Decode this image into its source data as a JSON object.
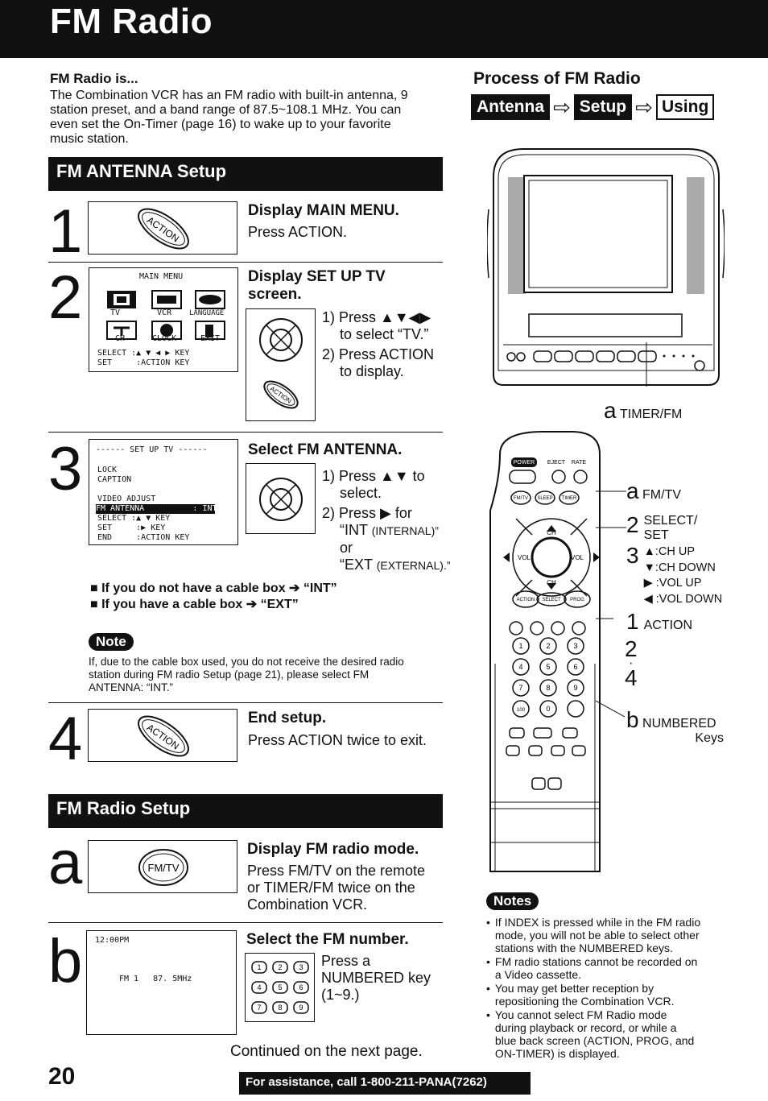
{
  "header": {
    "title": "FM Radio"
  },
  "intro": {
    "heading": "FM Radio is...",
    "lines": [
      "The Combination VCR has an FM radio with built-in antenna, 9",
      "station preset, and a band range of 87.5~108.1 MHz. You can",
      "even set the On-Timer (page 16) to wake up to your favorite",
      "music station."
    ]
  },
  "process": {
    "heading": "Process of FM Radio",
    "steps": [
      "Antenna",
      "Setup",
      "Using"
    ],
    "arrow": "⇨"
  },
  "antenna_section": {
    "title": "FM ANTENNA Setup",
    "step1": {
      "num": "1",
      "title": "Display MAIN MENU.",
      "text": "Press ACTION.",
      "btn": "ACTION"
    },
    "step2": {
      "num": "2",
      "title_l1": "Display SET UP TV",
      "title_l2": "screen.",
      "menu_title": "MAIN MENU",
      "menu_icons": [
        "TV",
        "VCR",
        "LANGUAGE",
        "CH",
        "CLOCK",
        "EXIT"
      ],
      "menu_l1": "SELECT :▲ ▼ ◀ ▶ KEY",
      "menu_l2": "SET     :ACTION KEY",
      "i1_l1": "1) Press ▲▼◀▶",
      "i1_l2": "to select “TV.”",
      "i2_l1": "2) Press ACTION",
      "i2_l2": "to display.",
      "btn": "ACTION"
    },
    "step3": {
      "num": "3",
      "title": "Select FM ANTENNA.",
      "menu_title": "------ SET UP TV ------",
      "menu_lines": [
        "LOCK",
        "CAPTION",
        "",
        "VIDEO ADJUST"
      ],
      "menu_hl": "FM ANTENNA          : INT",
      "menu_sel": "SELECT :▲ ▼ KEY",
      "menu_set": "SET     :▶ KEY",
      "menu_end": "END     :ACTION KEY",
      "i1_l1": "1) Press ▲▼ to",
      "i1_l2": "select.",
      "i2_l1": "2) Press ▶ for",
      "i2_l2a": "“INT",
      "i2_l2b": "(INTERNAL)”",
      "i2_l3": "or",
      "i2_l4a": "“EXT",
      "i2_l4b": "(EXTERNAL).”"
    },
    "bullets": [
      {
        "text": "If you do not have a cable box",
        "val": "“INT”"
      },
      {
        "text": "If you have a cable box",
        "val": "“EXT”"
      }
    ],
    "bullet_arrow": "➔",
    "note": {
      "label": "Note",
      "lines": [
        "If, due to the cable box used, you do not receive the desired radio",
        "station during FM radio Setup (page 21), please select FM",
        "ANTENNA: “INT.”"
      ]
    },
    "step4": {
      "num": "4",
      "title": "End setup.",
      "text": "Press ACTION twice to exit.",
      "btn": "ACTION"
    }
  },
  "radio_section": {
    "title": "FM Radio Setup",
    "step_a": {
      "letter": "a",
      "title": "Display FM radio mode.",
      "lines": [
        "Press FM/TV on the remote",
        "or TIMER/FM twice on the",
        "Combination VCR."
      ],
      "btn": "FM/TV"
    },
    "step_b": {
      "letter": "b",
      "title": "Select the FM number.",
      "screen_time": "12:00PM",
      "screen_freq": "FM 1   87. 5MHz",
      "keys": [
        "1",
        "2",
        "3",
        "4",
        "5",
        "6",
        "7",
        "8",
        "9"
      ],
      "lines": [
        "Press a",
        "NUMBERED key",
        "(1~9.)"
      ]
    },
    "continued": "Continued on the next page."
  },
  "vcr_labels": {
    "letter": "a",
    "text": "TIMER/FM"
  },
  "remote_labels": {
    "a_letter": "a",
    "a_text": "FM/TV",
    "s2_num": "2",
    "s2_l1": "SELECT/",
    "s2_l2": "SET",
    "s3_num": "3",
    "s3_lines": [
      "▲:CH UP",
      "▼:CH DOWN",
      "▶ :VOL UP",
      "◀ :VOL DOWN"
    ],
    "s1_num": "1",
    "s1_text": "ACTION",
    "s24_top": "2",
    "s24_bot": "4",
    "b_letter": "b",
    "b_l1": "NUMBERED",
    "b_l2": "Keys",
    "btn_power": "POWER",
    "btn_eject": "EJECT",
    "btn_rate": "RATE",
    "btn_ch": "CH",
    "btn_vol": "VOL",
    "btn_action": "ACTION",
    "btn_select": "SELECT",
    "btn_prog": "PROG",
    "btn_fmtv": "FM/TV",
    "btn_sleep": "SLEEP",
    "btn_timer": "TIMER",
    "num_keys": [
      "1",
      "2",
      "3",
      "4",
      "5",
      "6",
      "7",
      "8",
      "9",
      "100",
      "0"
    ]
  },
  "notes": {
    "label": "Notes",
    "items": [
      [
        "If INDEX is pressed while in the FM radio",
        "mode, you will not be able to select other",
        "stations with the NUMBERED keys."
      ],
      [
        "FM radio stations cannot be recorded on",
        "a Video cassette."
      ],
      [
        "You may get better reception by",
        "repositioning the Combination VCR."
      ],
      [
        "You cannot select FM Radio mode",
        "during playback or record, or while a",
        "blue back screen (ACTION, PROG, and",
        "ON-TIMER) is displayed."
      ]
    ]
  },
  "footer": {
    "page": "20",
    "assist": "For assistance, call 1-800-211-PANA(7262)"
  }
}
